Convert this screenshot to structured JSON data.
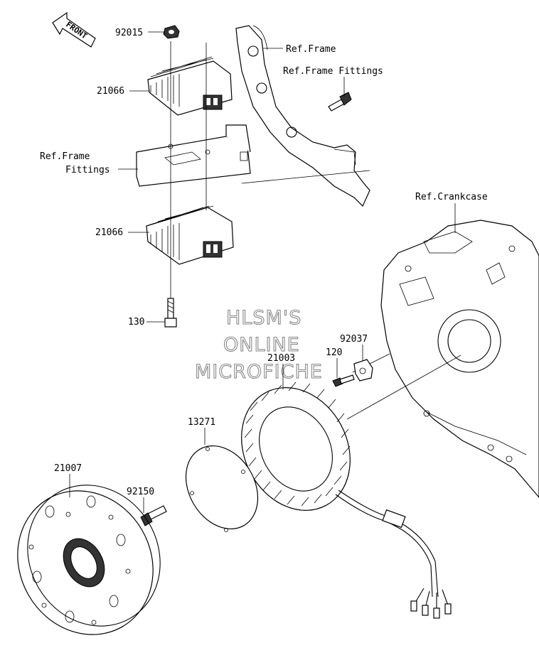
{
  "front_arrow": {
    "label": "FRONT"
  },
  "labels": {
    "p92015": "92015",
    "ref_frame": "Ref.Frame",
    "ref_frame_fittings_right": "Ref.Frame Fittings",
    "p21066_top": "21066",
    "ref_frame_fittings_left_1": "Ref.Frame",
    "ref_frame_fittings_left_2": "Fittings",
    "ref_crankcase": "Ref.Crankcase",
    "p21066_bottom": "21066",
    "p130": "130",
    "p92037": "92037",
    "p120": "120",
    "p21003": "21003",
    "p13271": "13271",
    "p21007": "21007",
    "p92150": "92150"
  },
  "watermark": {
    "line1": "HLSM'S",
    "line2": "ONLINE",
    "line3": "MICROFICHE"
  },
  "icons": {
    "front_arrow": "front-direction-arrow",
    "regulator": "regulator-rectifier",
    "stator": "stator-coil",
    "rotor": "flywheel-rotor",
    "gasket": "gasket",
    "bolt": "bolt",
    "nut": "nut",
    "clamp": "clamp"
  }
}
